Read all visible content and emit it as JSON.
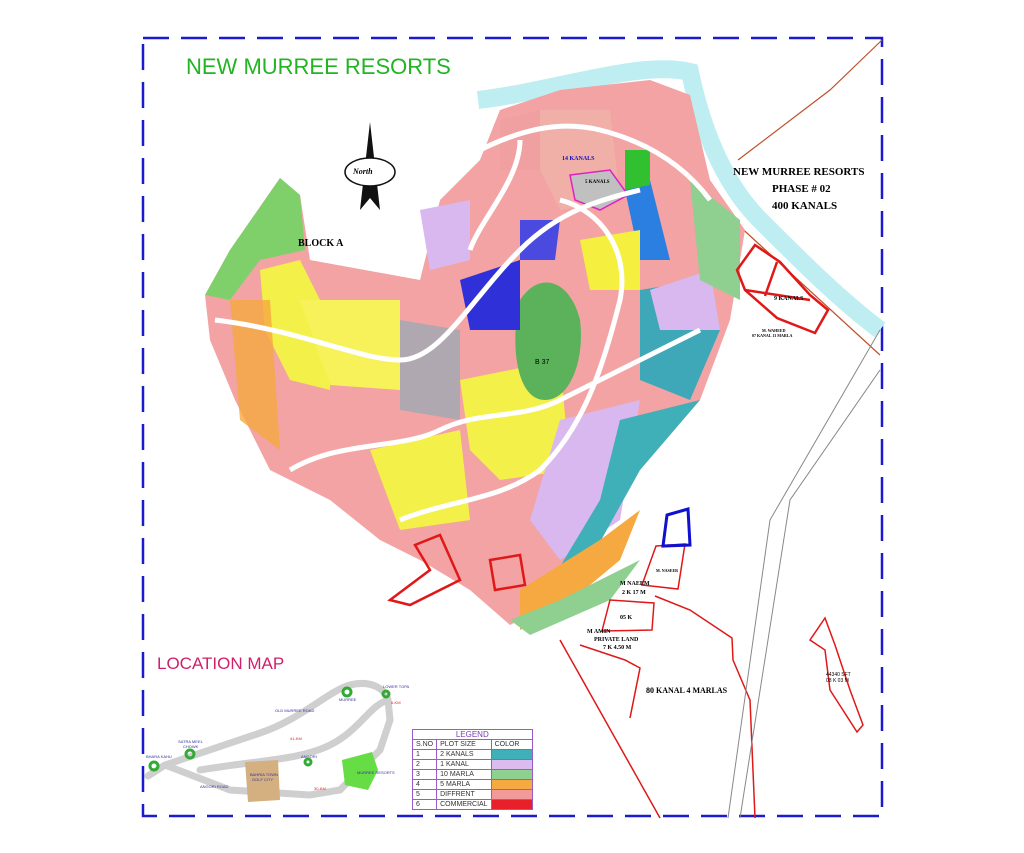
{
  "title": "NEW MURREE RESORTS",
  "north_label": "North",
  "block_label": "BLOCK A",
  "plots": {
    "p14": "14 KANALS",
    "p5": "5 KANALS",
    "b37": "B 37"
  },
  "phase2": {
    "line1": "NEW MURREE RESORTS",
    "line2": "PHASE # 02",
    "line3": "400 KANALS",
    "nine": "9 KANALS",
    "waheed": "M. WAHEED",
    "waheed_area": "07 KANAL 13 MARLA"
  },
  "land": {
    "naeem": "M NAEEM",
    "naeem_area": "2 K 17 M",
    "naseer": "M. NASEER",
    "k05": "05 K",
    "amin": "M AMIN",
    "private": "PRIVATE LAND",
    "amin_area": "7 K 4.50 M",
    "big": "80 KANAL 4 MARLAS",
    "sft": "44340 SFT",
    "sft_k": "08 K 03 M"
  },
  "location_map": {
    "title": "LOCATION MAP",
    "bhara_kahu": "BHARA KAHU",
    "satra_meel": "SATRA MEEL",
    "chowk": "CHOWK",
    "murree": "MURREE",
    "lower_topa": "LOWER TOPA",
    "km6": "6-KM",
    "km41": "41-KM",
    "km30": "30-KM",
    "angori": "ANGORI",
    "angori_road": "ANGORI ROAD",
    "old_murree_road": "OLD MURREE ROAD",
    "murree_resorts": "MURREE RESORTS",
    "bahria": "BAHRIA TOWN",
    "golf": "GOLF CITY"
  },
  "legend": {
    "title": "LEGEND",
    "headers": [
      "S.NO",
      "PLOT SIZE",
      "COLOR"
    ],
    "rows": [
      {
        "no": "1",
        "size": "2 KANALS",
        "color": "#3fb0b8"
      },
      {
        "no": "2",
        "size": "1 KANAL",
        "color": "#dcbcef"
      },
      {
        "no": "3",
        "size": "10 MARLA",
        "color": "#8fcf8f"
      },
      {
        "no": "4",
        "size": "5 MARLA",
        "color": "#f5a940"
      },
      {
        "no": "5",
        "size": "DIFFRENT",
        "color": "#f29a9a"
      },
      {
        "no": "6",
        "size": "COMMERCIAL",
        "color": "#e8202a"
      }
    ]
  }
}
